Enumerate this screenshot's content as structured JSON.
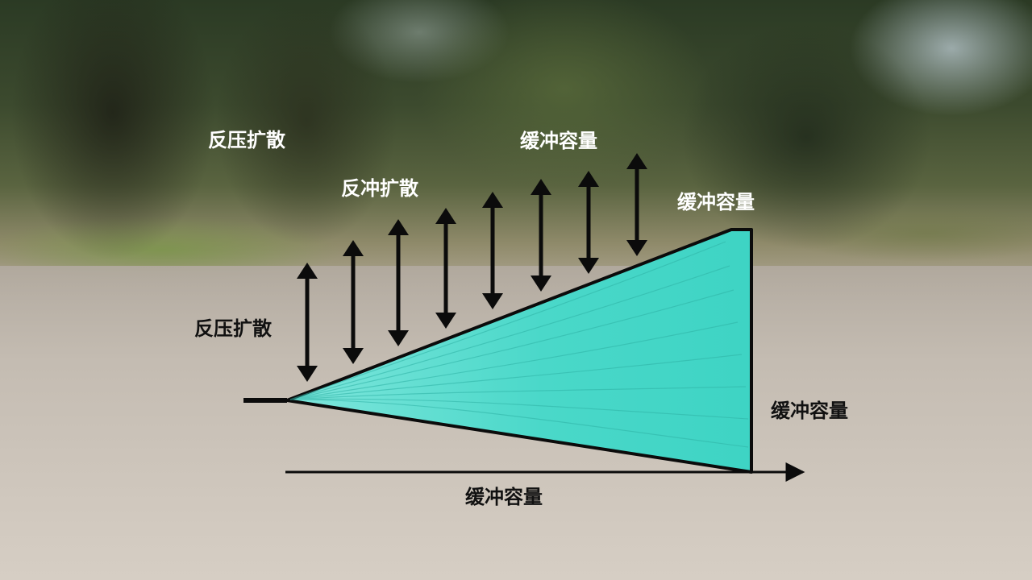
{
  "labels": {
    "top_left": "反压扩散",
    "mid_left": "反冲扩散",
    "left": "反压扩散",
    "top_right": "缓冲容量",
    "upper_right": "缓冲容量",
    "right": "缓冲容量",
    "bottom": "缓冲容量"
  },
  "colors": {
    "wedge_fill": "#3ed4c4",
    "wedge_fill_light": "#7fe6dc",
    "outline": "#0b0b0b",
    "arrow": "#0b0b0b",
    "label_light": "#ffffff",
    "label_dark": "#111111"
  },
  "arrow_count": 8
}
